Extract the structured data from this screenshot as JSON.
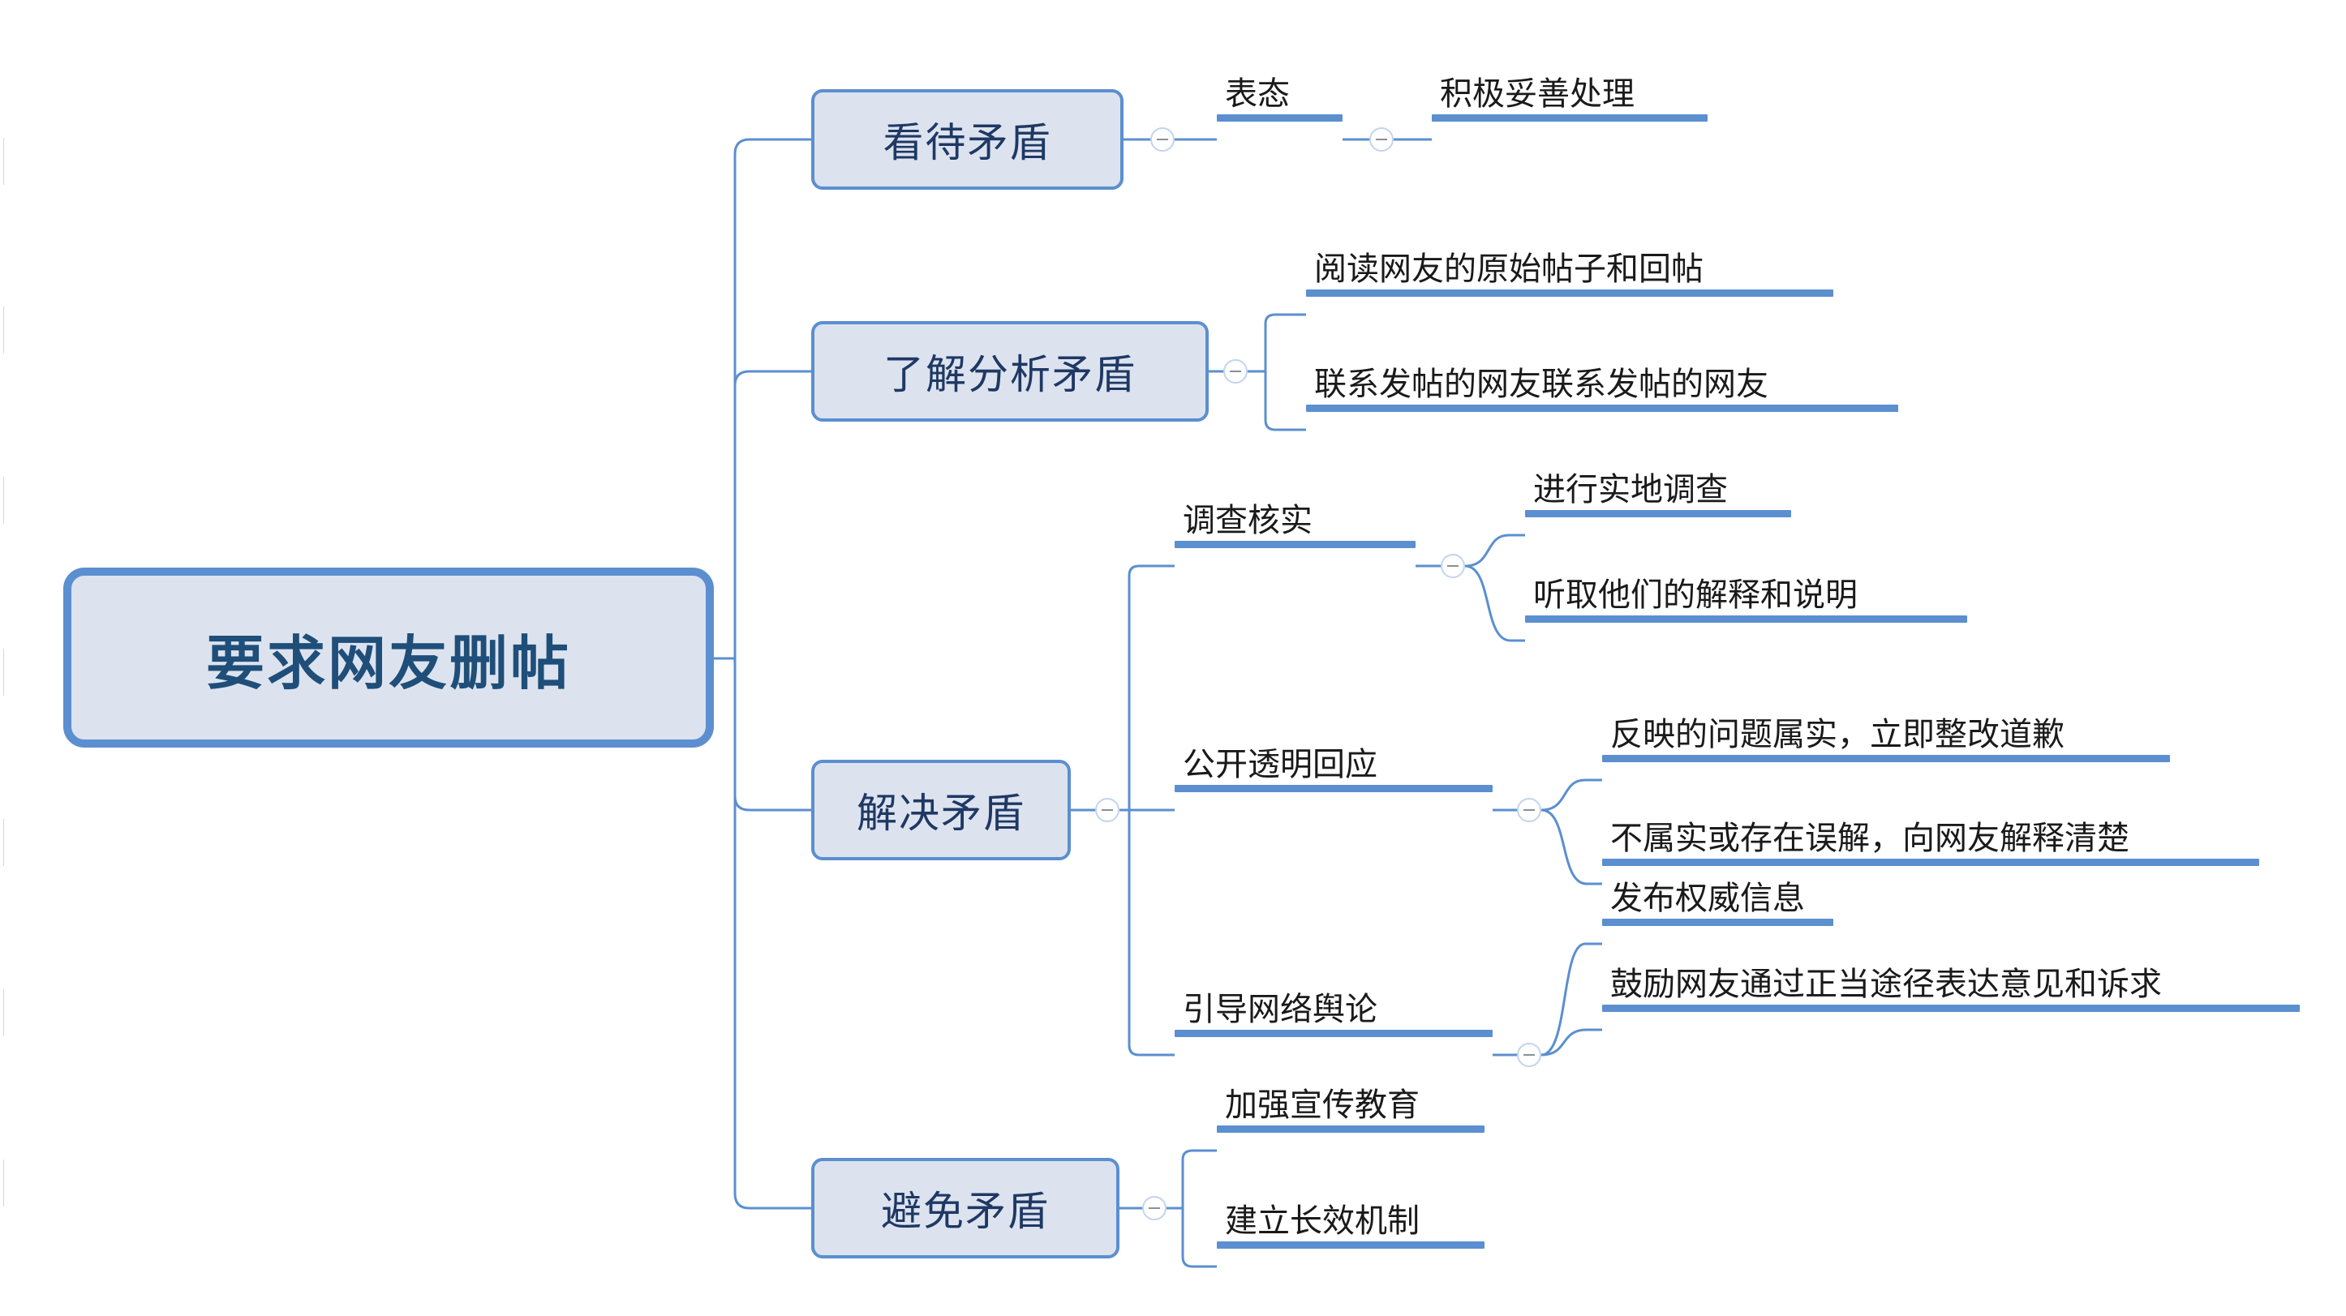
{
  "diagram": {
    "type": "mind-map",
    "orientation": "left-to-right",
    "title": "要求网友删帖",
    "colors": {
      "node_fill": "#DCE3EF",
      "node_border": "#5B8FD0",
      "connector": "#5B8FD0",
      "root_text": "#1F4E79",
      "branch_text": "#1F3864",
      "leaf_text": "#1A1A1A",
      "toggle_border": "#C3D4EC",
      "background": "#FFFFFF"
    },
    "root": {
      "label": "要求网友删帖"
    },
    "branches": [
      {
        "label": "看待矛盾",
        "toggle": "collapse-toggle",
        "children": [
          {
            "label": "表态",
            "toggle": "collapse-toggle",
            "children": [
              {
                "label": "积极妥善处理"
              }
            ]
          }
        ]
      },
      {
        "label": "了解分析矛盾",
        "toggle": "collapse-toggle",
        "children": [
          {
            "label": "阅读网友的原始帖子和回帖"
          },
          {
            "label": "联系发帖的网友联系发帖的网友"
          }
        ]
      },
      {
        "label": "解决矛盾",
        "toggle": "collapse-toggle",
        "children": [
          {
            "label": "调查核实",
            "toggle": "collapse-toggle",
            "children": [
              {
                "label": "进行实地调查"
              },
              {
                "label": "听取他们的解释和说明"
              }
            ]
          },
          {
            "label": "公开透明回应",
            "toggle": "collapse-toggle",
            "children": [
              {
                "label": "反映的问题属实，立即整改道歉"
              },
              {
                "label": "不属实或存在误解，向网友解释清楚"
              }
            ]
          },
          {
            "label": "引导网络舆论",
            "toggle": "collapse-toggle",
            "children": [
              {
                "label": "发布权威信息"
              },
              {
                "label": "鼓励网友通过正当途径表达意见和诉求"
              }
            ]
          }
        ]
      },
      {
        "label": "避免矛盾",
        "toggle": "collapse-toggle",
        "children": [
          {
            "label": "加强宣传教育"
          },
          {
            "label": "建立长效机制"
          }
        ]
      }
    ]
  }
}
